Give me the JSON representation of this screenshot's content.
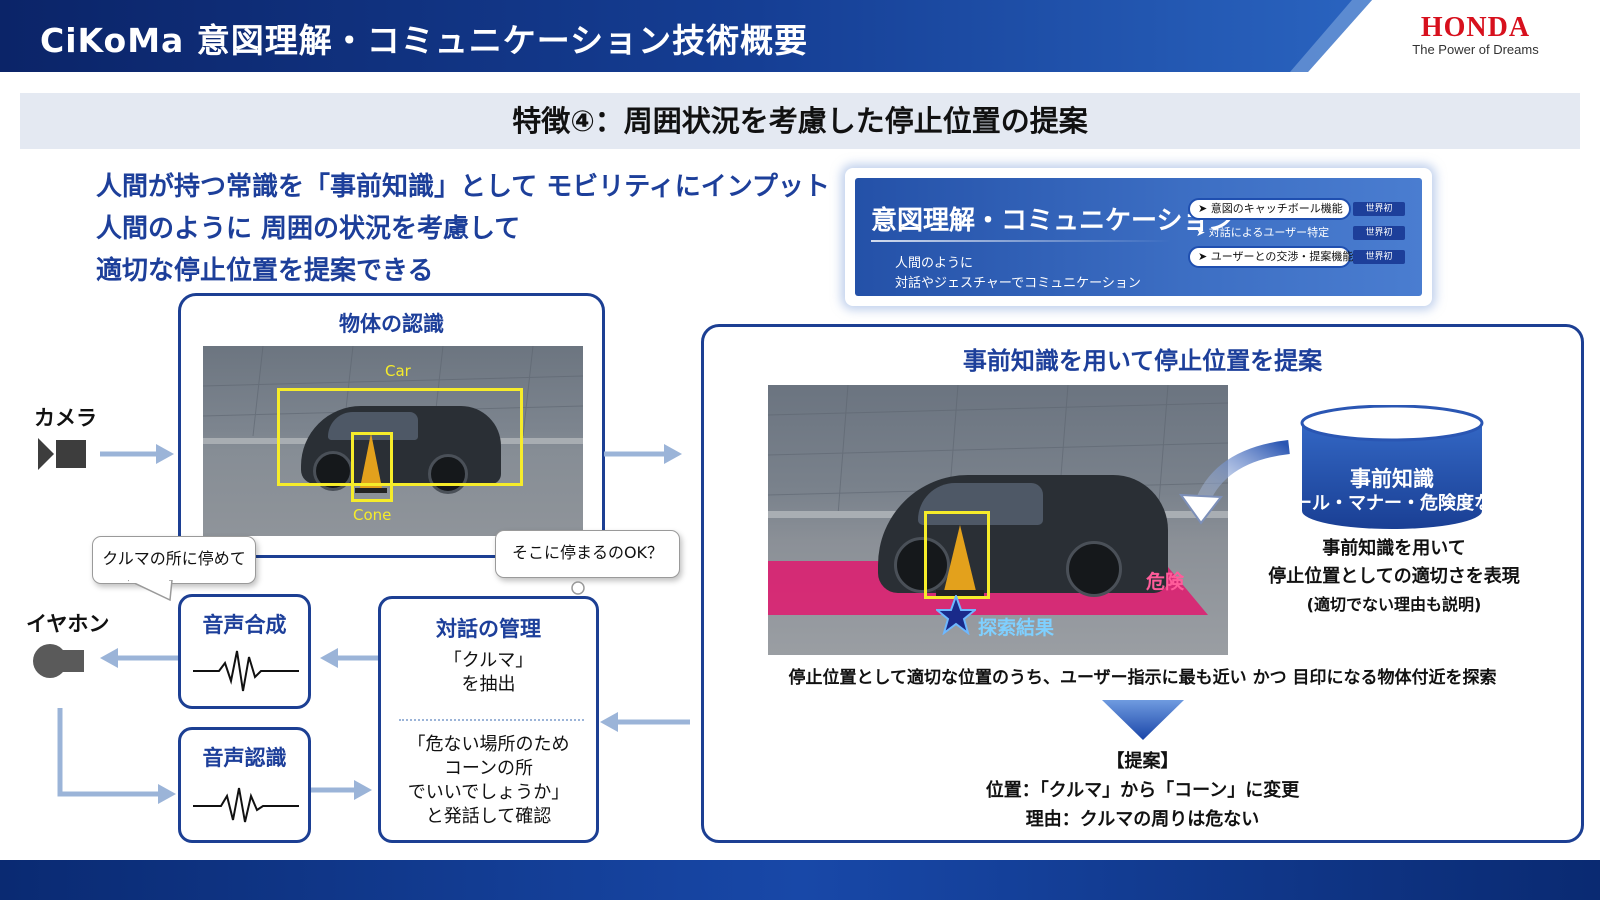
{
  "header": {
    "title": "CiKoMa  意図理解・コミュニケーション技術概要",
    "logo_word": "HONDA",
    "logo_tagline": "The Power of Dreams"
  },
  "feature_title": "特徴④：周囲状況を考慮した停止位置の提案",
  "intro_lines": [
    "人間が持つ常識を「事前知識」として モビリティにインプット",
    "人間のように 周囲の状況を考慮して",
    "適切な停止位置を提案できる"
  ],
  "overview": {
    "title": "意図理解・コミュニケーション",
    "sub_line1": "人間のように",
    "sub_line2": "対話やジェスチャーでコミュニケーション",
    "items": [
      {
        "label": "意図のキャッチボール機能",
        "badge": "世界初"
      },
      {
        "label": "対話によるユーザー特定",
        "badge": "世界初"
      },
      {
        "label": "ユーザーとの交渉・提案機能",
        "badge": "世界初"
      }
    ]
  },
  "recognition": {
    "title": "物体の認識",
    "label_car": "Car",
    "label_cone": "Cone"
  },
  "camera_label": "カメラ",
  "earphone_label": "イヤホン",
  "bubble_left": "クルマの所に停めて",
  "bubble_right": "そこに停まるのOK？",
  "speech_synthesis": {
    "title": "音声合成"
  },
  "speech_recognition": {
    "title": "音声認識"
  },
  "dialogue": {
    "title": "対話の管理",
    "extract_line1": "「クルマ」",
    "extract_line2": "を抽出",
    "confirm_line1": "「危ない場所のため",
    "confirm_line2": "コーンの所",
    "confirm_line3": "でいいでしょうか」",
    "confirm_line4": "と発話して確認"
  },
  "proposal": {
    "title": "事前知識を用いて停止位置を提案",
    "danger_label": "危険",
    "search_result_label": "探索結果",
    "search_caption": "停止位置として適切な位置のうち、ユーザー指示に最も近い かつ 目印になる物体付近を探索",
    "db_title": "事前知識",
    "db_subtitle": "ルール・マナー・危険度など",
    "db_desc_line1": "事前知識を用いて",
    "db_desc_line2": "停止位置としての適切さを表現",
    "db_desc_line3": "(適切でない理由も説明)",
    "result_heading": "【提案】",
    "result_line1": "位置：「クルマ」から「コーン」に変更",
    "result_line2": "理由：クルマの周りは危ない"
  },
  "colors": {
    "brand_red": "#d7101d",
    "navy": "#1c3f93",
    "accent_blue": "#1d3f9a",
    "highlight_yellow": "#f6ec2a",
    "danger_pink": "#e0196e",
    "arrow_blue": "#9bb4d8"
  }
}
